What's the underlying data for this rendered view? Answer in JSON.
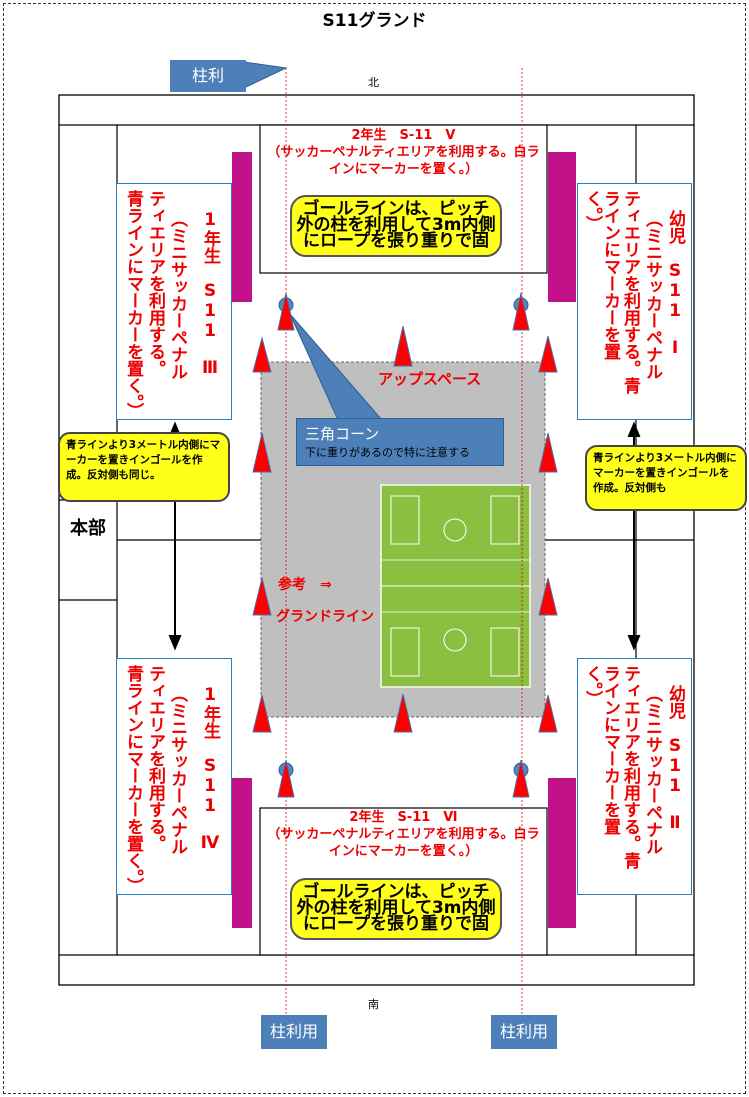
{
  "title": "S11グランド",
  "compass": {
    "north": "北",
    "south": "南"
  },
  "pillar_top_label": "柱利",
  "pillar_bottom_left": "柱利用",
  "pillar_bottom_right": "柱利用",
  "headquarters": "本部",
  "fields": {
    "top": {
      "title": "2年生　S-11　Ⅴ",
      "desc": "（サッカーペナルティエリアを利用する。白ラインにマーカーを置く。）"
    },
    "bottom": {
      "title": "2年生　S-11　Ⅵ",
      "desc": "（サッカーペナルティエリアを利用する。白ラインにマーカーを置く。）"
    },
    "left_top_label": "青ラインにマーカーを置く。）",
    "left_top_label2": "ティエリアを利用する。",
    "left_top_label3": "（ミニサッカーペナル",
    "left_top_label4": "1年生　S11　Ⅲ",
    "left_bottom_label": "青ラインにマーカーを置く。）",
    "left_bottom_label2": "ティエリアを利用する。",
    "left_bottom_label3": "（ミニサッカーペナル",
    "left_bottom_label4": "1年生　S11　Ⅳ",
    "right_top_label": "く。）",
    "right_top_label2": "ラインにマーカーを置",
    "right_top_label3": "ティエリアを利用する。青",
    "right_top_label4": "（ミニサッカーペナル",
    "right_top_label5": "幼児　S11　Ⅰ",
    "right_bottom_label": "く。）",
    "right_bottom_label2": "ラインにマーカーを置",
    "right_bottom_label3": "ティエリアを利用する。青",
    "right_bottom_label4": "（ミニサッカーペナル",
    "right_bottom_label5": "幼児　S11　Ⅱ"
  },
  "goal_note": "ゴールラインは、ピッチ外の柱を利用して3m内側にロープを張り重りで固",
  "note_left": "青ラインより3メートル内側にマーカーを置きインゴールを作成。反対側も同じ。",
  "note_right": "青ラインより3メートル内側にマーカーを置きインゴールを作成。反対側も",
  "up_space": "アップスペース",
  "cone_callout": {
    "title": "三角コーン",
    "sub": "下に重りがあるので特に注意する"
  },
  "reference": {
    "line1": "参考　⇒",
    "line2": "グランドライン"
  },
  "colors": {
    "red": "#e00000",
    "blue": "#2a7fc1",
    "magenta": "#c2128a",
    "yellow": "#ffff1a",
    "callout": "#4d7fb8",
    "gray": "#bfbfbf",
    "pitch": "#8bbf3f"
  }
}
